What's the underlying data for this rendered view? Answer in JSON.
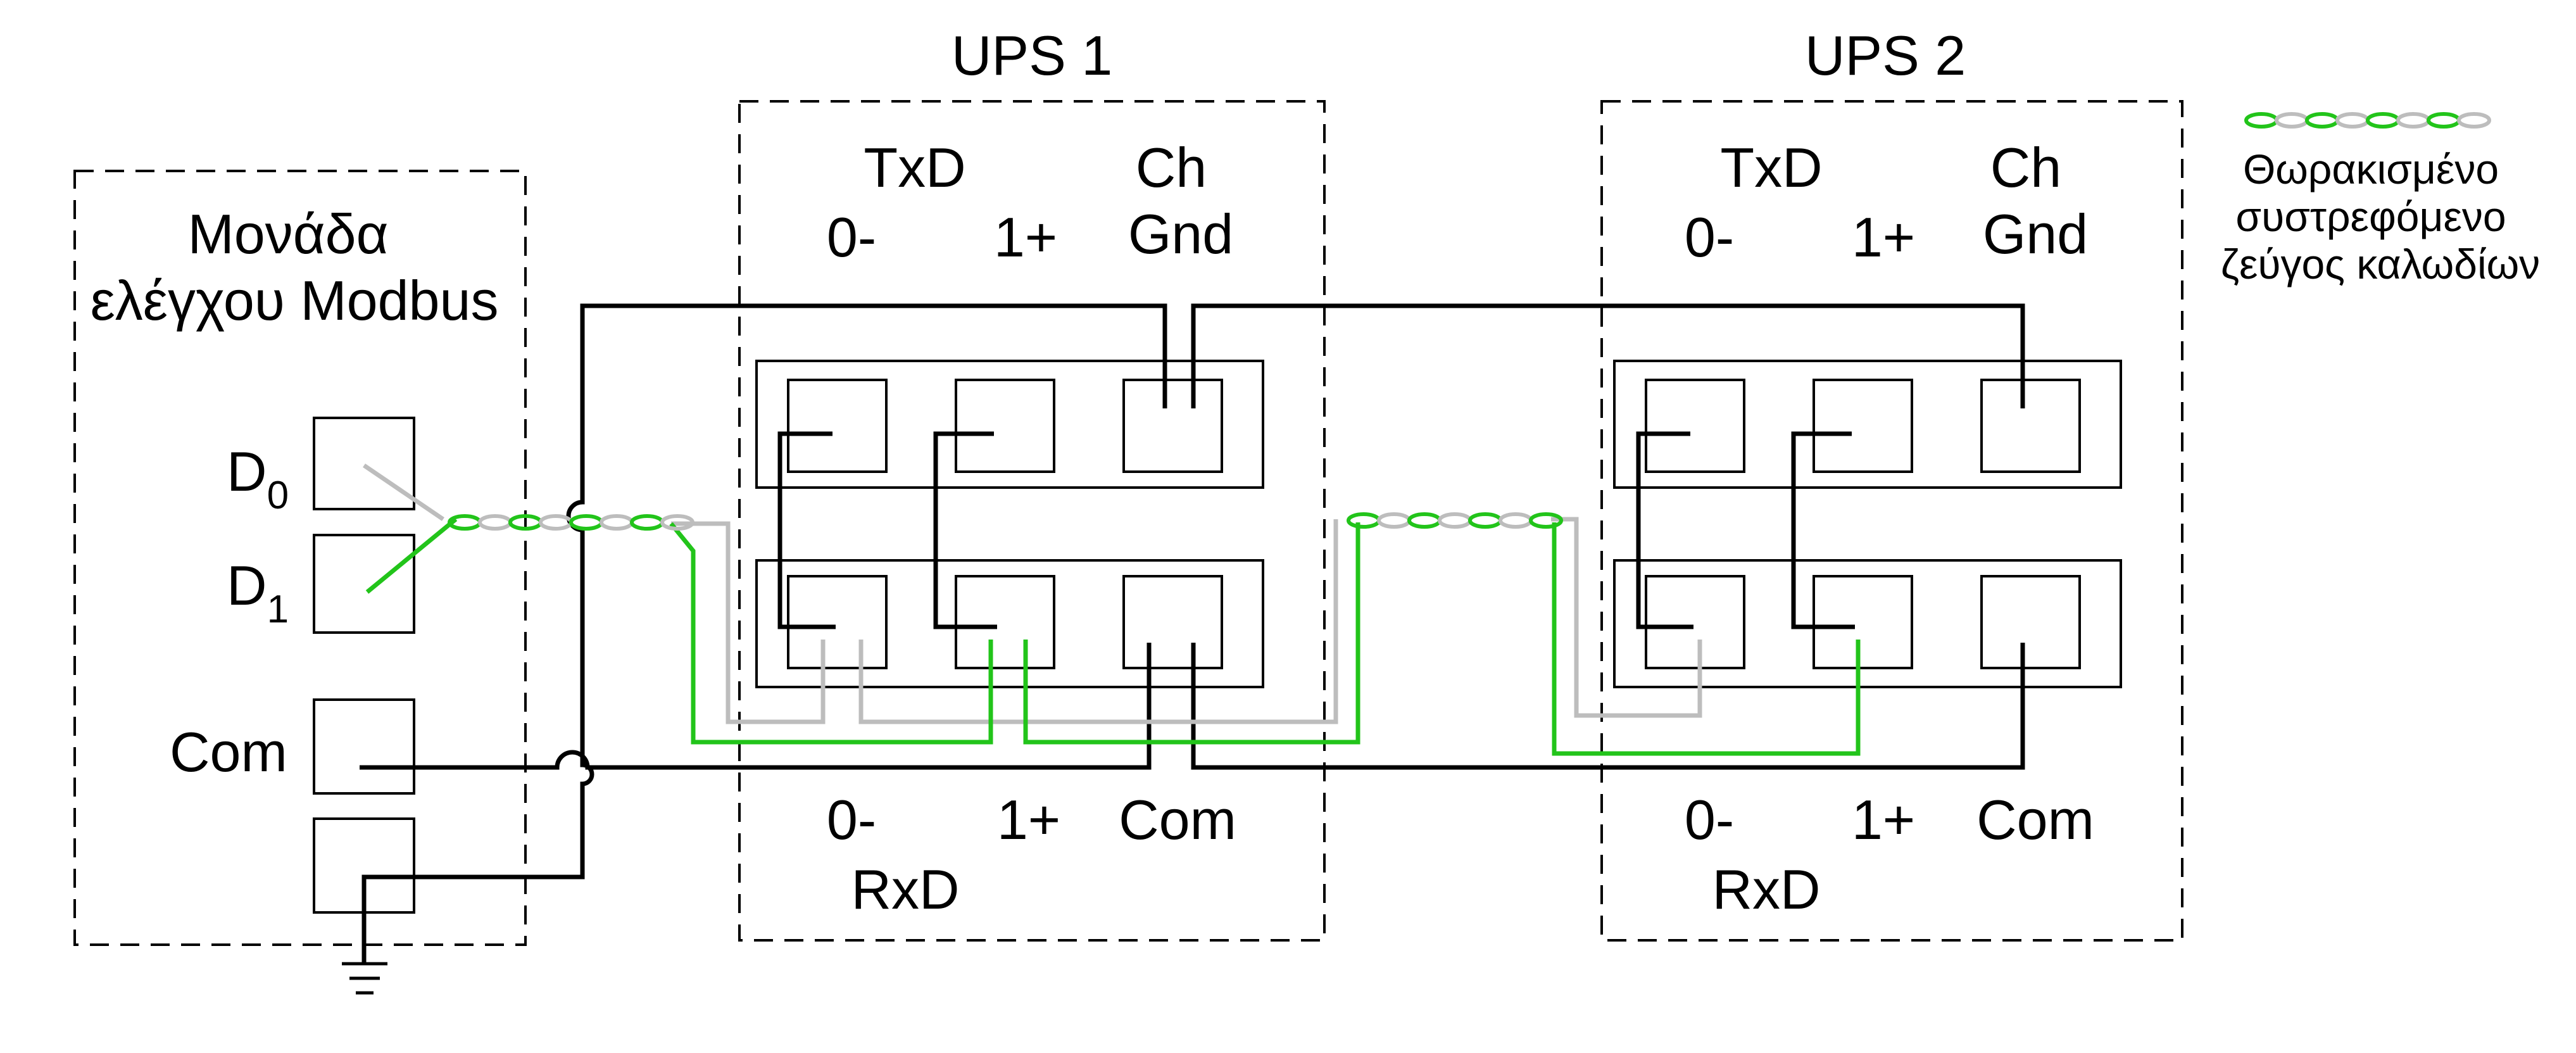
{
  "modbus_unit": {
    "title_line1": "Μονάδα",
    "title_line2": "ελέγχου Modbus",
    "d0_main": "D",
    "d0_sub": "0",
    "d1_main": "D",
    "d1_sub": "1",
    "com": "Com"
  },
  "ups": [
    {
      "title": "UPS 1",
      "txd": "TxD",
      "ch": "Ch",
      "gnd": "Gnd",
      "top_zero": "0-",
      "top_one": "1+",
      "bottom_zero": "0-",
      "bottom_one": "1+",
      "bottom_com": "Com",
      "rxd": "RxD"
    },
    {
      "title": "UPS 2",
      "txd": "TxD",
      "ch": "Ch",
      "gnd": "Gnd",
      "top_zero": "0-",
      "top_one": "1+",
      "bottom_zero": "0-",
      "bottom_one": "1+",
      "bottom_com": "Com",
      "rxd": "RxD"
    }
  ],
  "legend": {
    "line1": "Θωρακισμένο",
    "line2": "συστρεφόμενο",
    "line3": "ζεύγος καλωδίων"
  },
  "colors": {
    "wire_d1": "#22c41a",
    "wire_d0": "#bdbdbd",
    "wire_ground": "#000000"
  }
}
